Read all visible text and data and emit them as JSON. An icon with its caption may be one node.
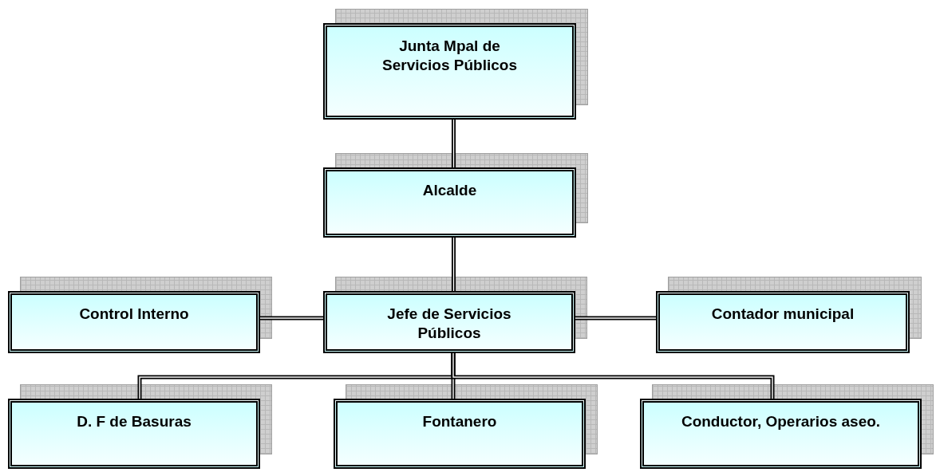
{
  "diagram": {
    "nodes": [
      {
        "text": [
          "Junta Mpal de Servicios Públicos"
        ]
      },
      {
        "text": [
          "Alcalde"
        ]
      },
      {
        "text": [
          "Control Interno"
        ]
      },
      {
        "text": [
          "Jefe de Servicios Públicos"
        ]
      },
      {
        "text": [
          "Contador municipal"
        ]
      },
      {
        "text": [
          "D. F de Basuras"
        ]
      },
      {
        "text": [
          "Fontanero"
        ]
      },
      {
        "text": [
          "Conductor, Operarios aseo."
        ]
      }
    ],
    "edges": [
      {
        "from": 0,
        "to": 1,
        "arrow": "none"
      },
      {
        "from": 1,
        "to": 3,
        "arrow": "none"
      },
      {
        "from": 3,
        "to": 2,
        "arrow": "none"
      },
      {
        "from": 3,
        "to": 4,
        "arrow": "none"
      },
      {
        "from": 3,
        "to": 5,
        "arrow": "none"
      },
      {
        "from": 3,
        "to": 6,
        "arrow": "none"
      },
      {
        "from": 3,
        "to": 7,
        "arrow": "none"
      }
    ]
  }
}
